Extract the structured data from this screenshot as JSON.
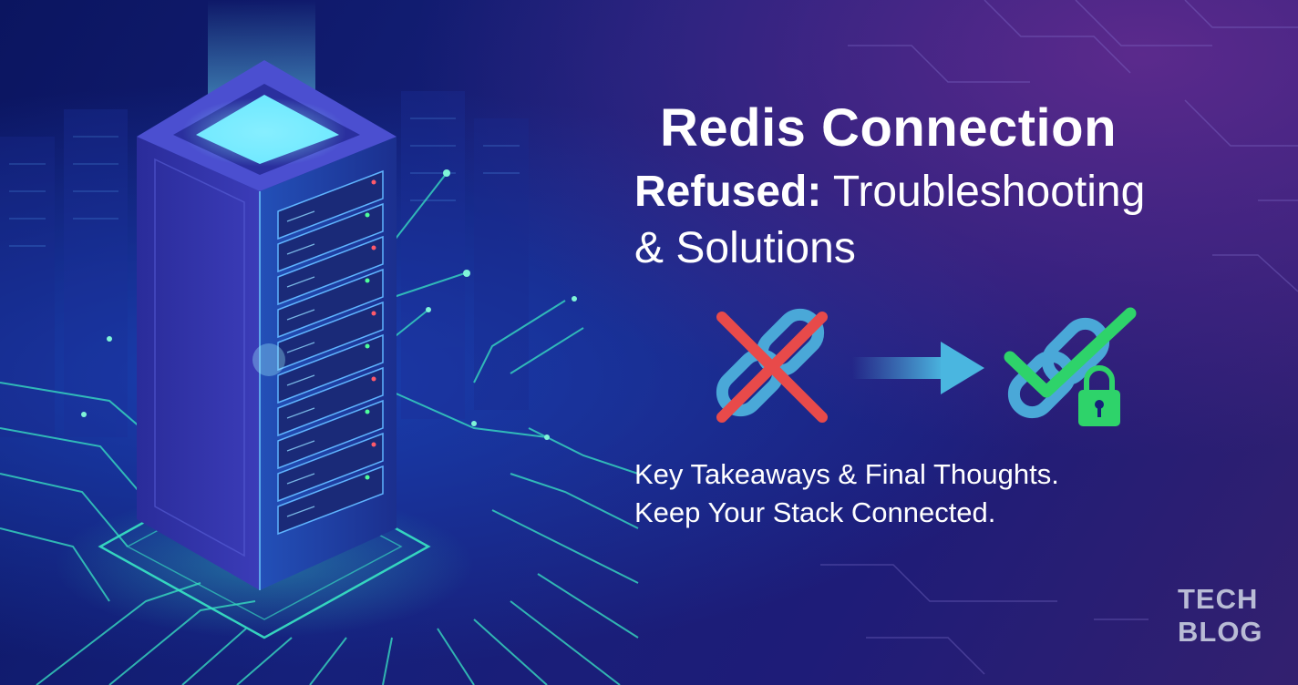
{
  "title": {
    "line1": "Redis Connection",
    "line2_bold": "Refused:",
    "line2_rest": " Troubleshooting",
    "line3": "& Solutions"
  },
  "subtitle": {
    "line1": "Key Takeaways & Final Thoughts.",
    "line2": "Keep Your Stack Connected."
  },
  "logo": {
    "line1": "TECH",
    "line2": "BLOG"
  },
  "icons": {
    "broken": "broken-link-icon",
    "error": "red-x-icon",
    "arrow": "arrow-right-icon",
    "fixed": "connected-link-icon",
    "check": "green-check-icon",
    "lock": "padlock-icon"
  },
  "colors": {
    "background_dark": "#0b1560",
    "background_purple": "#5b2a8c",
    "circuit_glow": "#39e6c4",
    "error_red": "#e84a4a",
    "success_green": "#2ed36a",
    "link_blue": "#4aa8d8",
    "text": "#ffffff"
  }
}
